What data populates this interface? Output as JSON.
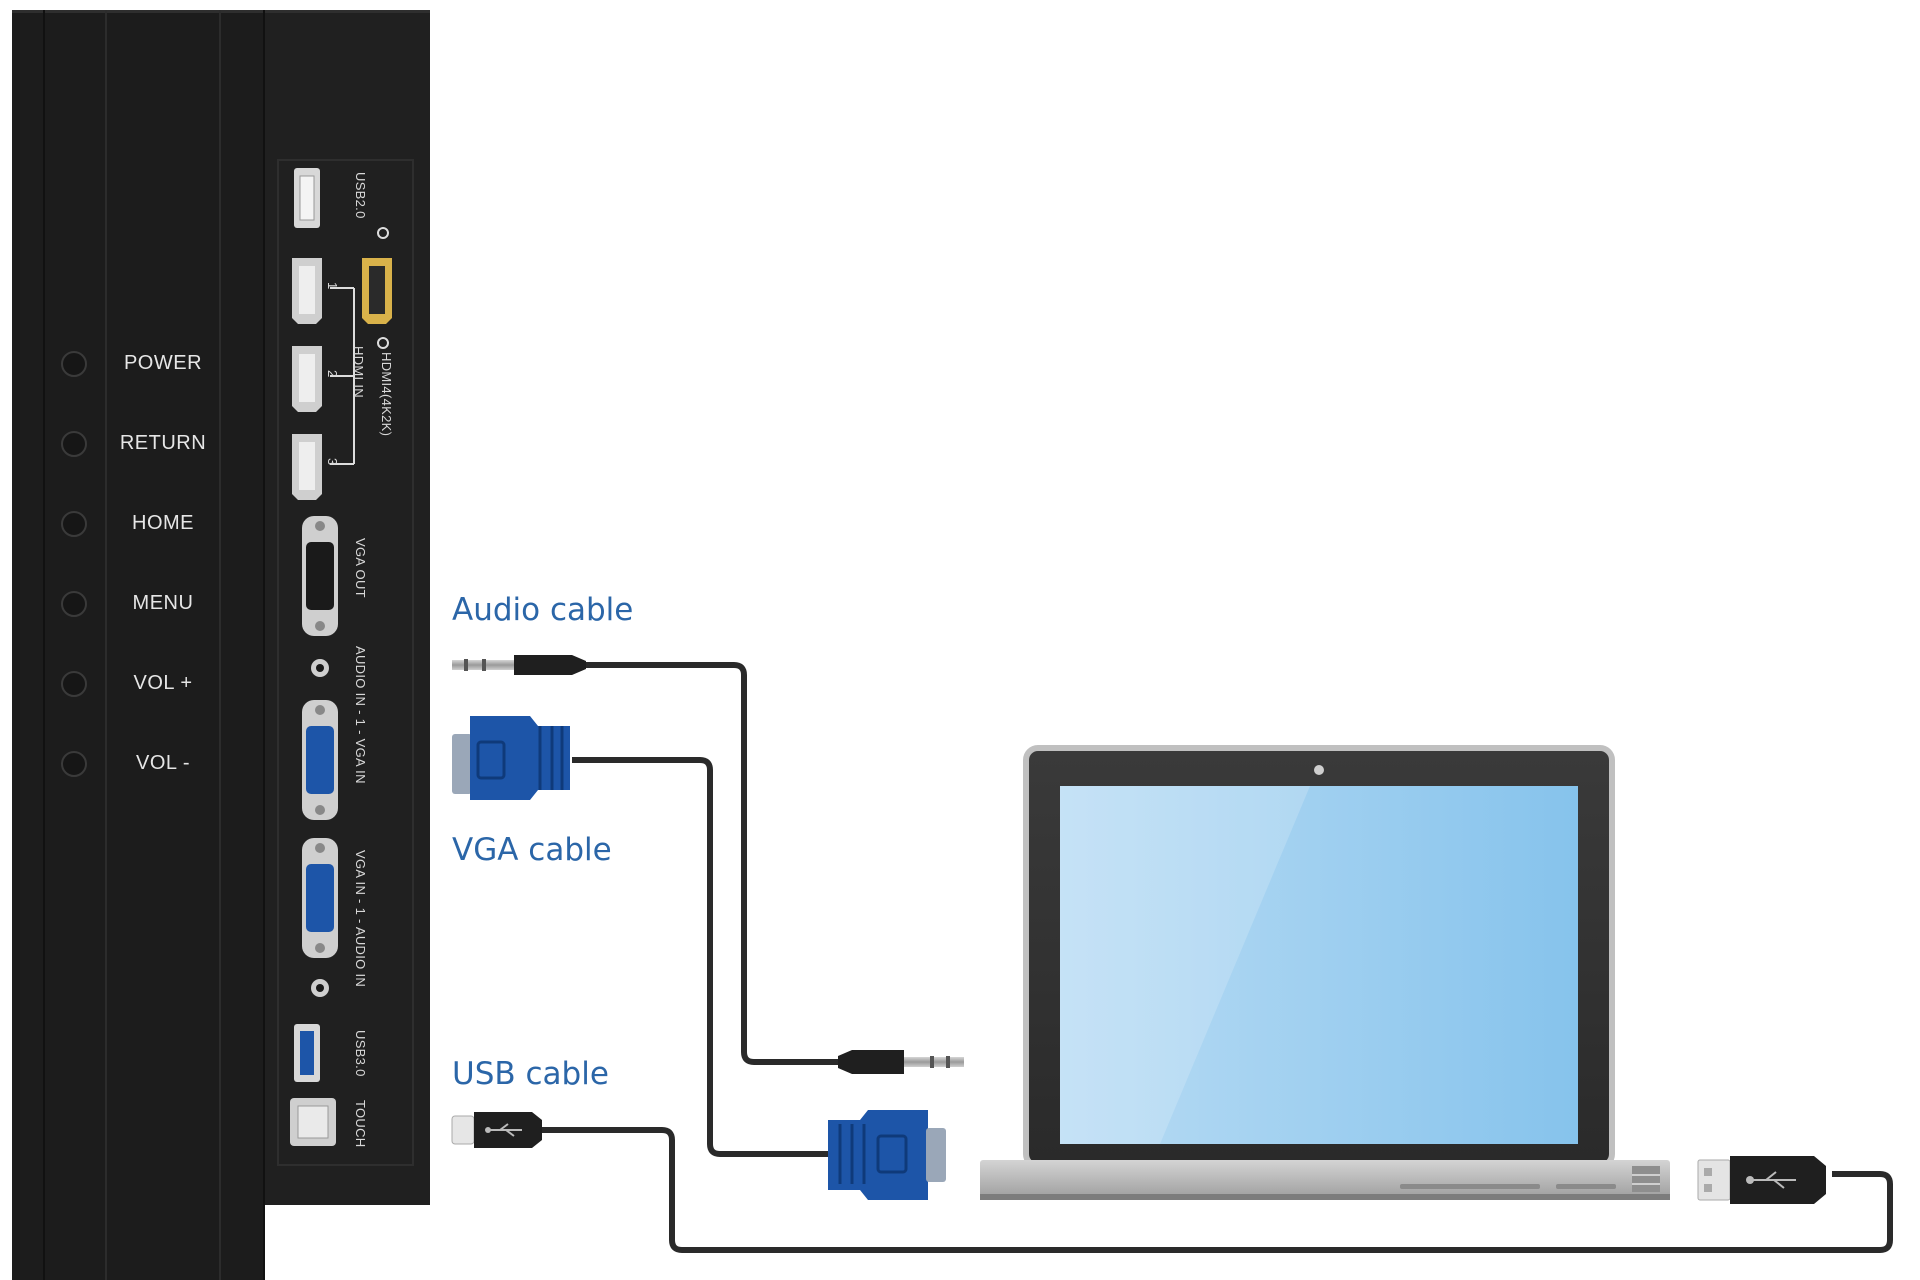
{
  "panel": {
    "buttons": [
      "POWER",
      "RETURN",
      "HOME",
      "MENU",
      "VOL +",
      "VOL -"
    ]
  },
  "ports": {
    "usb20": "USB2.0",
    "hdmi_4k": "HDMI4(4K2K)",
    "hdmi_in": "HDMI IN",
    "hdmi_num_1": "1",
    "hdmi_num_2": "2",
    "hdmi_num_3": "3",
    "vga_out": "VGA OUT",
    "audio_vga_1": "AUDIO IN - 1 - VGA IN",
    "vga_audio_2": "VGA IN - 1 - AUDIO IN",
    "usb30": "USB3.0",
    "touch": "TOUCH"
  },
  "cables": {
    "audio": "Audio cable",
    "vga": "VGA cable",
    "usb": "USB cable"
  },
  "colors": {
    "panel": "#1e1e1e",
    "connector_blue": "#1d55a8",
    "label_blue": "#2b66a8",
    "screen": "#8ec6ee",
    "hdmi_gold": "#d9b24a"
  }
}
